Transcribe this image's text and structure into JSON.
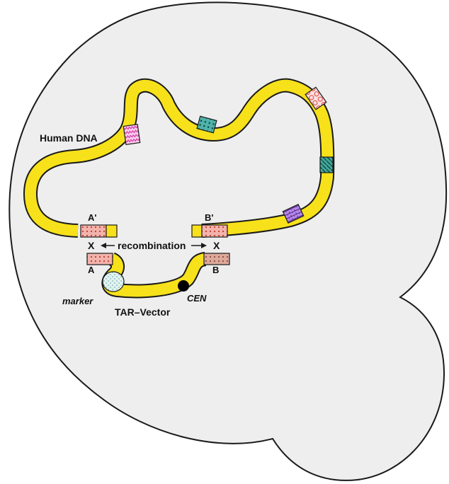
{
  "labels": {
    "human_dna": "Human DNA",
    "a_prime": "A'",
    "b_prime": "B'",
    "a": "A",
    "b": "B",
    "x_left": "X",
    "x_right": "X",
    "recombination": "recombination",
    "marker": "marker",
    "cen": "CEN",
    "tar_vector": "TAR–Vector"
  },
  "colors": {
    "dna_yellow": "#f7e11a",
    "outline": "#1a1a1a",
    "cell_fill": "#eeeeee",
    "homology_red": "#e0837a",
    "homology_b": "#c98d7e",
    "pink_band": "#e86fc1",
    "teal_band": "#0c8f86",
    "purple_band": "#8b5bd6",
    "marker_fill": "#d8ecec",
    "centromere": "#000000"
  }
}
